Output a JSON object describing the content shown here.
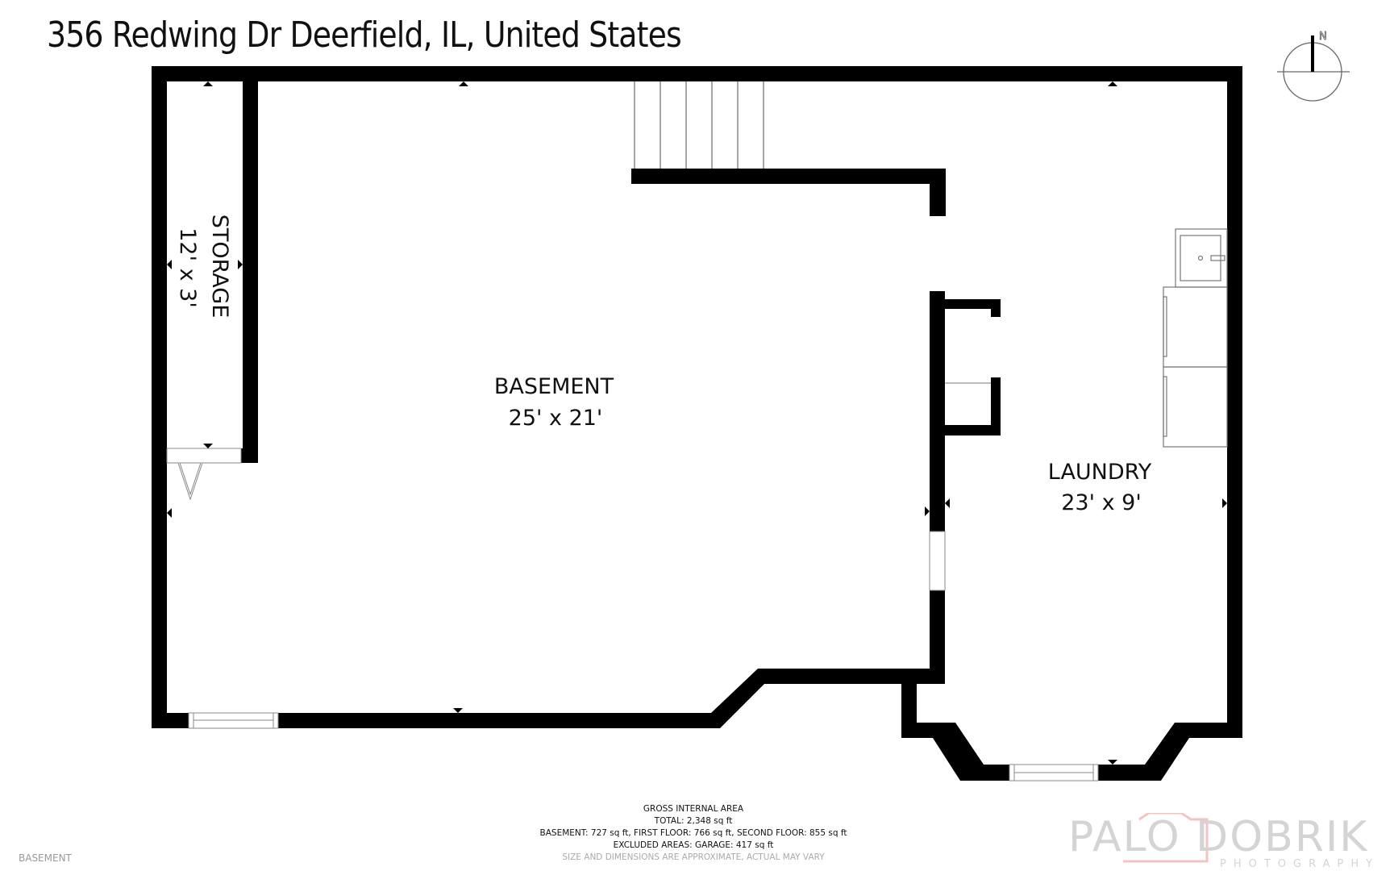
{
  "header": {
    "title": "356 Redwing Dr Deerfield, IL, United States"
  },
  "compass": {
    "icon": "north-arrow-compass-icon",
    "label": "N"
  },
  "rooms": [
    {
      "name": "BASEMENT",
      "dimensions": "25' x 21'"
    },
    {
      "name": "STORAGE",
      "dimensions": "12' x 3'"
    },
    {
      "name": "LAUNDRY",
      "dimensions": "23' x 9'"
    }
  ],
  "footer": {
    "heading": "GROSS INTERNAL AREA",
    "total": "TOTAL: 2,348 sq ft",
    "breakdown": "BASEMENT: 727 sq ft, FIRST FLOOR: 766 sq ft, SECOND FLOOR: 855 sq ft",
    "excluded": "EXCLUDED AREAS: GARAGE: 417 sq ft",
    "disclaimer": "SIZE AND DIMENSIONS ARE APPROXIMATE, ACTUAL MAY VARY"
  },
  "floor_name": "BASEMENT",
  "branding": {
    "name": "PALO DOBRIK",
    "tagline": "PHOTOGRAPHY",
    "accent_color": "#f2c4c4"
  },
  "colors": {
    "wall": "#000000",
    "fixture_line": "#777777",
    "background": "#ffffff"
  }
}
